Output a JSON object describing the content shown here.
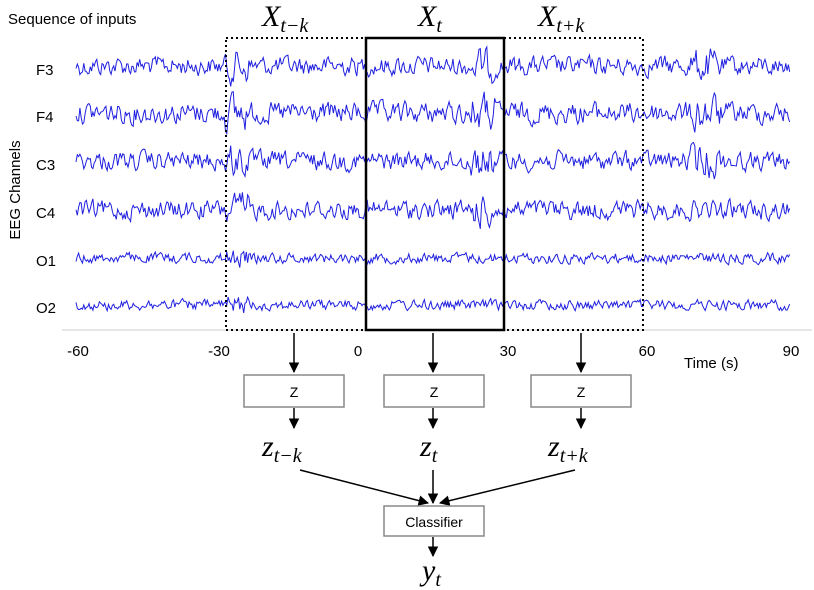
{
  "title": "Sequence of inputs",
  "y_axis_label": "EEG Channels",
  "channels": [
    "F3",
    "F4",
    "C3",
    "C4",
    "O1",
    "O2"
  ],
  "x_axis": {
    "label": "Time (s)",
    "ticks": [
      "-60",
      "-30",
      "0",
      "30",
      "60",
      "90"
    ]
  },
  "windows": [
    {
      "base": "X",
      "sub": "t−k",
      "style": "dotted"
    },
    {
      "base": "X",
      "sub": "t",
      "style": "solid"
    },
    {
      "base": "X",
      "sub": "t+k",
      "style": "dotted"
    }
  ],
  "encoder_label": "Z",
  "latents": [
    {
      "base": "z",
      "sub": "t−k"
    },
    {
      "base": "z",
      "sub": "t"
    },
    {
      "base": "z",
      "sub": "t+k"
    }
  ],
  "classifier_label": "Classifier",
  "output": {
    "base": "y",
    "sub": "t"
  },
  "colors": {
    "signal": "#1f1fe0",
    "axis": "#cccccc",
    "box_border": "#888888"
  }
}
